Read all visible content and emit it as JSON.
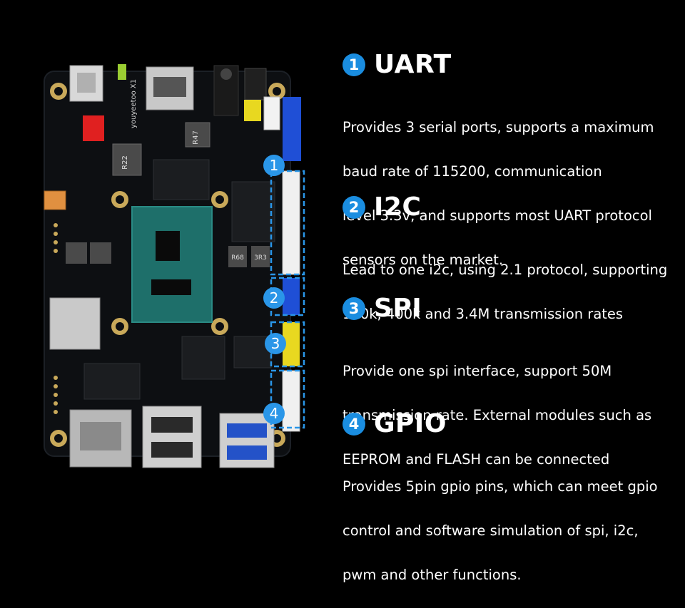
{
  "specs": [
    {
      "number": "1",
      "title": "UART",
      "lines": [
        "Provides 3 serial ports, supports a maximum",
        "baud rate of 115200, communication",
        "level 3.3v, and supports most UART protocol",
        "sensors on the market."
      ]
    },
    {
      "number": "2",
      "title": "I2C",
      "lines": [
        "Lead to one i2c, using 2.1 protocol, supporting",
        "100k, 400k and 3.4M transmission rates"
      ]
    },
    {
      "number": "3",
      "title": "SPI",
      "lines": [
        "Provide one spi interface, support 50M",
        "transmission rate. External modules such as",
        "EEPROM and FLASH can be connected"
      ]
    },
    {
      "number": "4",
      "title": "GPIO",
      "lines": [
        "Provides 5pin gpio pins, which can meet gpio",
        "control and software simulation of spi, i2c,",
        "pwm and other functions."
      ]
    }
  ],
  "board": {
    "silkscreen": "youyeetoo X1",
    "chip_marks": [
      "R22",
      "R47",
      "R68",
      "3R3"
    ],
    "callouts": [
      "1",
      "2",
      "3",
      "4"
    ]
  },
  "colors": {
    "background": "#000000",
    "accent": "#1a8de0",
    "text": "#ffffff",
    "pcb": "#0d0f12"
  }
}
